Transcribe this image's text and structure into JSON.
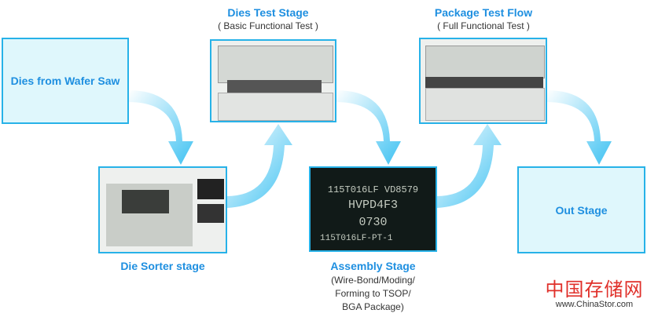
{
  "stages": {
    "wafer_saw": {
      "label": "Dies from Wafer Saw"
    },
    "die_sorter": {
      "label": "Die Sorter stage"
    },
    "dies_test": {
      "title": "Dies Test Stage",
      "subtitle": "( Basic Functional Test )"
    },
    "assembly": {
      "title": "Assembly Stage",
      "lines": [
        "(Wire-Bond/Moding/",
        "Forming  to TSOP/",
        "BGA Package)"
      ]
    },
    "package_test": {
      "title": "Package Test Flow",
      "subtitle": "( Full Functional Test )"
    },
    "out": {
      "label": "Out Stage"
    }
  },
  "chip_marking": [
    "115T016LF VD8579",
    "HVPD4F3",
    "0730",
    "115T016LF-PT-1"
  ],
  "watermark": {
    "name": "中国存储网",
    "url": "www.ChinaStor.com"
  },
  "colors": {
    "accent": "#1e8fe0",
    "border": "#27b2e8",
    "box_fill": "#dff7fc",
    "arrow": "#5ccdf4",
    "logo": "#e0302a"
  }
}
